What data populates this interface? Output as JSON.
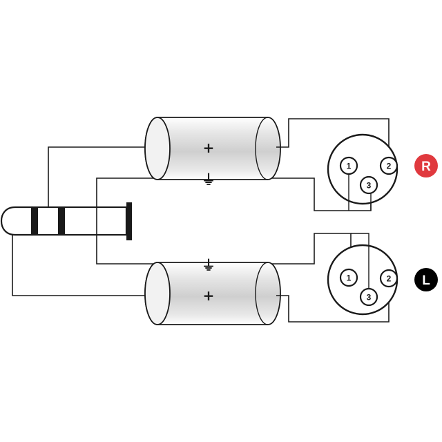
{
  "cables": {
    "top": {
      "signal_symbol": "+",
      "ground_symbol": "⏚"
    },
    "bottom": {
      "signal_symbol": "+",
      "ground_symbol": "⏚"
    }
  },
  "connectors": {
    "right": {
      "badge": "R",
      "badge_color": "#e0393e",
      "pins": [
        "1",
        "2",
        "3"
      ]
    },
    "left": {
      "badge": "L",
      "badge_color": "#000000",
      "pins": [
        "1",
        "2",
        "3"
      ]
    }
  },
  "colors": {
    "line": "#1a1a1a",
    "cable_shade": "#d9d9d9"
  }
}
